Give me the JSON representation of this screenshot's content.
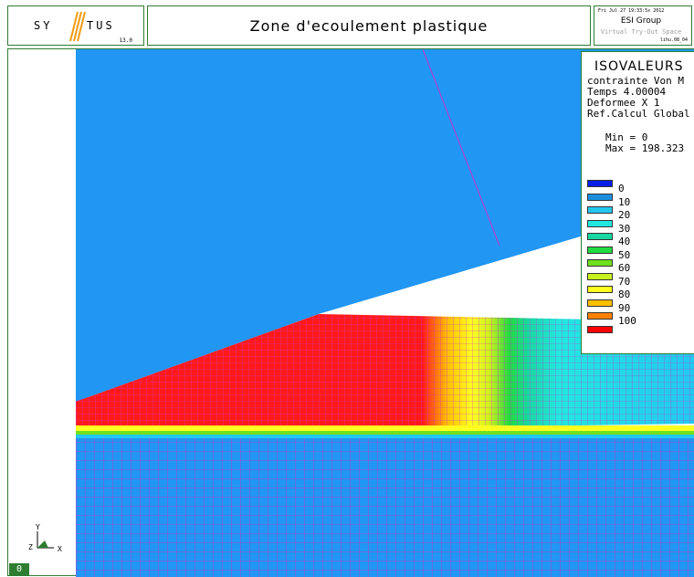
{
  "header": {
    "logo_left": "SY",
    "logo_right": "TUS",
    "version": "13.0",
    "title": "Zone d'ecoulement plastique",
    "info_date": "Fri Jul 27 19:33:5x 2012",
    "info_company": "ESI Group",
    "info_subtitle": "Virtual Try-Out Space",
    "info_user": "lihu.08_04"
  },
  "legend": {
    "title": "ISOVALEURS",
    "lines": [
      "contrainte Von M",
      "Temps 4.00004",
      "Deformee X 1",
      "Ref.Calcul Global"
    ],
    "min": "Min = 0",
    "max": "Max = 198.323",
    "levels": [
      {
        "label": "0",
        "color": "#0a1fe6"
      },
      {
        "label": "10",
        "color": "#1a8fe0"
      },
      {
        "label": "20",
        "color": "#22c8f0"
      },
      {
        "label": "30",
        "color": "#22e8e0"
      },
      {
        "label": "40",
        "color": "#18d8a0"
      },
      {
        "label": "50",
        "color": "#20dc40"
      },
      {
        "label": "60",
        "color": "#70e020"
      },
      {
        "label": "70",
        "color": "#c8f020"
      },
      {
        "label": "80",
        "color": "#ffff20"
      },
      {
        "label": "90",
        "color": "#ffc000"
      },
      {
        "label": "100",
        "color": "#ff8000"
      },
      {
        "label": "",
        "color": "#ff0000"
      }
    ]
  },
  "axes": {
    "x_label": "X",
    "y_label": "Y",
    "z_label": "Z"
  },
  "page_badge": "0",
  "colors": {
    "frame": "#2e7d32",
    "mesh_line": "#cc33cc",
    "tool": "#2196f3",
    "plastic": "#ff1a1a"
  }
}
